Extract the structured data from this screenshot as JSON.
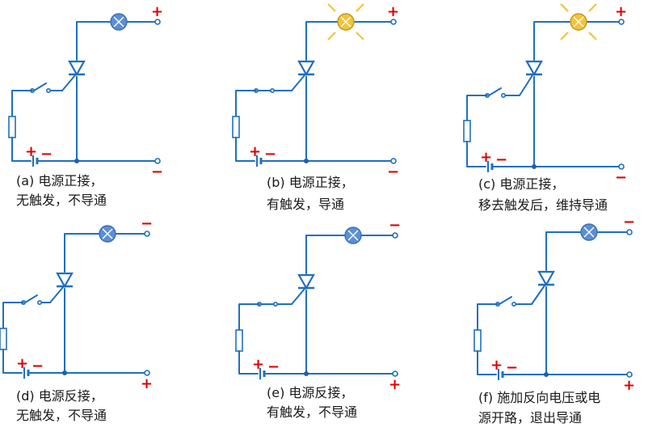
{
  "colors": {
    "wire": "#1f6fbf",
    "lamp_off": "#5b8fd6",
    "lamp_on": "#f3c33a",
    "polarity": "#e00000"
  },
  "panels": [
    {
      "id": "a",
      "caption": [
        "(a) 电源正接，",
        "无触发，不导通"
      ],
      "top_sign": "+",
      "bottom_sign": "−",
      "batt_plus": "+",
      "batt_minus": "−",
      "switch": "open",
      "lamp": "off"
    },
    {
      "id": "b",
      "caption": [
        "(b) 电源正接，",
        "有触发，导通"
      ],
      "top_sign": "+",
      "bottom_sign": "−",
      "batt_plus": "+",
      "batt_minus": "−",
      "switch": "closed",
      "lamp": "on"
    },
    {
      "id": "c",
      "caption": [
        "(c) 电源正接，",
        "移去触发后，维持导通"
      ],
      "top_sign": "+",
      "bottom_sign": "−",
      "batt_plus": "+",
      "batt_minus": "−",
      "switch": "open",
      "lamp": "on"
    },
    {
      "id": "d",
      "caption": [
        "(d) 电源反接，",
        "无触发，不导通"
      ],
      "top_sign": "−",
      "bottom_sign": "+",
      "batt_plus": "+",
      "batt_minus": "−",
      "switch": "open",
      "lamp": "off"
    },
    {
      "id": "e",
      "caption": [
        "(e) 电源反接，",
        "有触发，不导通"
      ],
      "top_sign": "−",
      "bottom_sign": "+",
      "batt_plus": "+",
      "batt_minus": "−",
      "switch": "closed",
      "lamp": "off"
    },
    {
      "id": "f",
      "caption": [
        "(f) 施加反向电压或电",
        "源开路，退出导通"
      ],
      "top_sign": "−",
      "bottom_sign": "+",
      "batt_plus": "+",
      "batt_minus": "−",
      "switch": "open",
      "lamp": "off"
    }
  ]
}
